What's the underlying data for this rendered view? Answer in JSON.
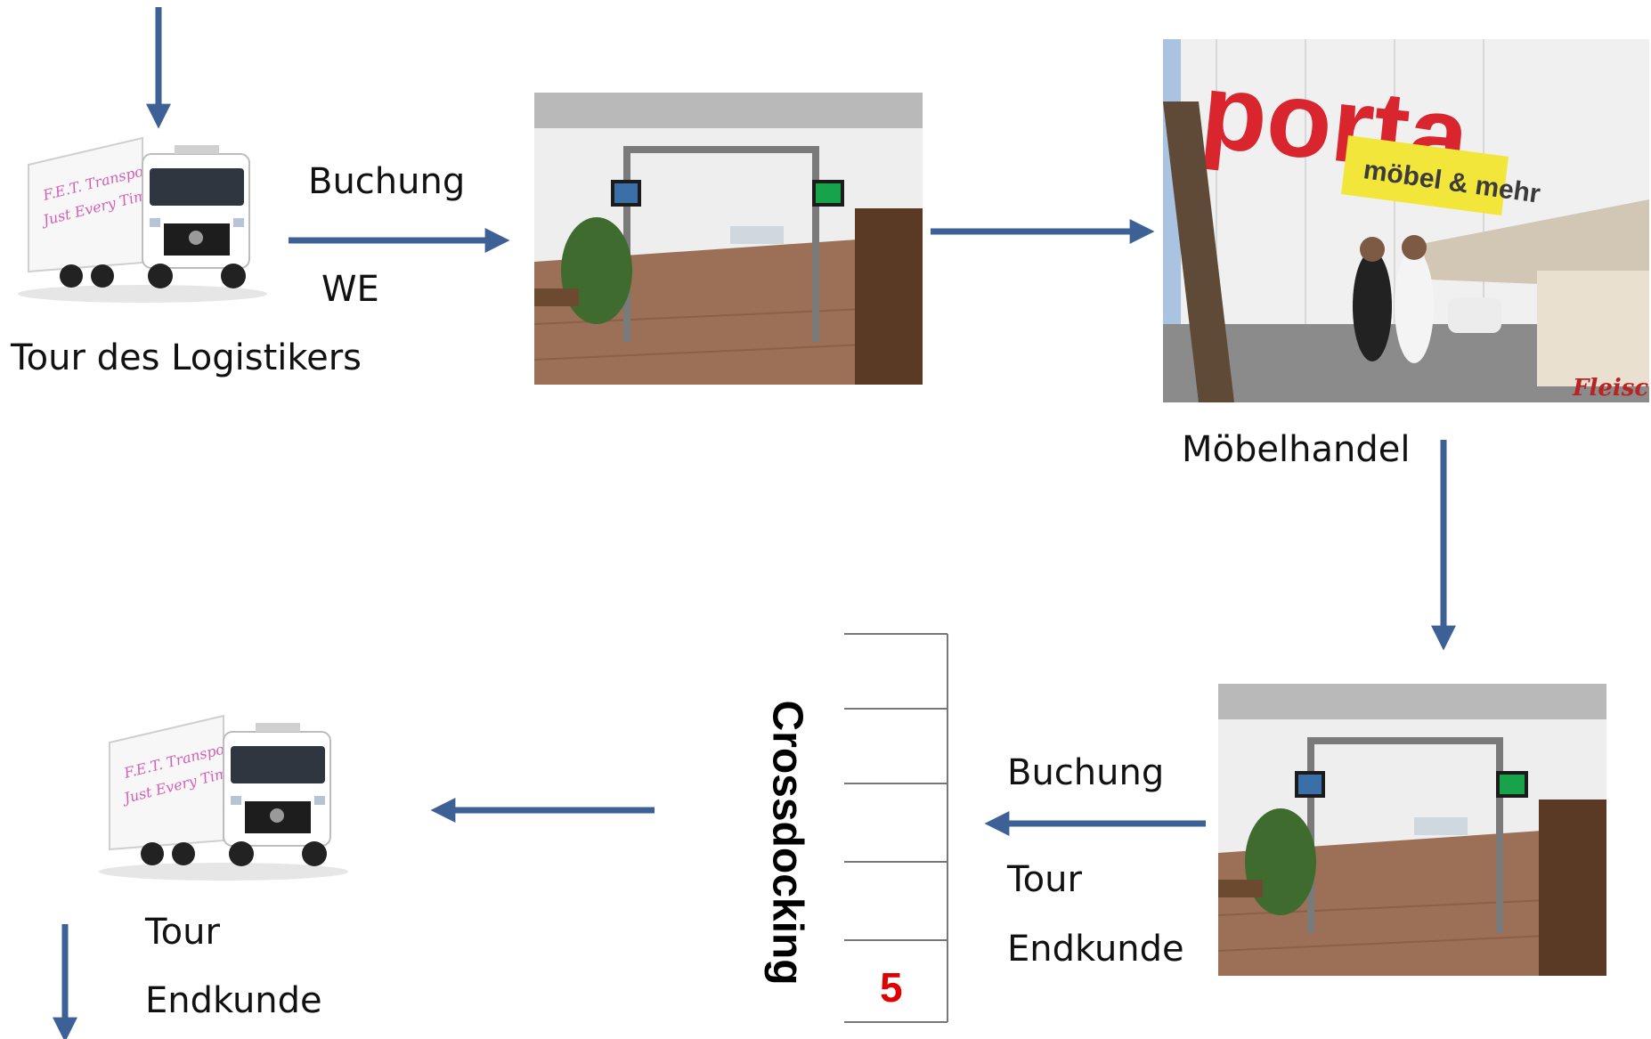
{
  "colors": {
    "arrow": "#3d6196",
    "crossdock_number": "#e00000",
    "porta_red": "#d9252e",
    "porta_yellow": "#f3e63a"
  },
  "step1": {
    "label_buchung": "Buchung",
    "label_we": "WE",
    "caption": "Tour des Logistikers"
  },
  "truck_logo": {
    "line1": "F.E.T. Transports",
    "line2": "Just Every Time"
  },
  "store": {
    "sign_brand": "porta",
    "sign_tagline": "möbel & mehr",
    "caption": "Möbelhandel",
    "stand_text": "Fleisch"
  },
  "step3": {
    "label_buchung": "Buchung",
    "label_tour": "Tour",
    "label_endkunde": "Endkunde"
  },
  "crossdocking": {
    "title": "Crossdocking",
    "slot_number": "5"
  },
  "final_truck": {
    "label_tour": "Tour",
    "label_endkunde": "Endkunde"
  }
}
